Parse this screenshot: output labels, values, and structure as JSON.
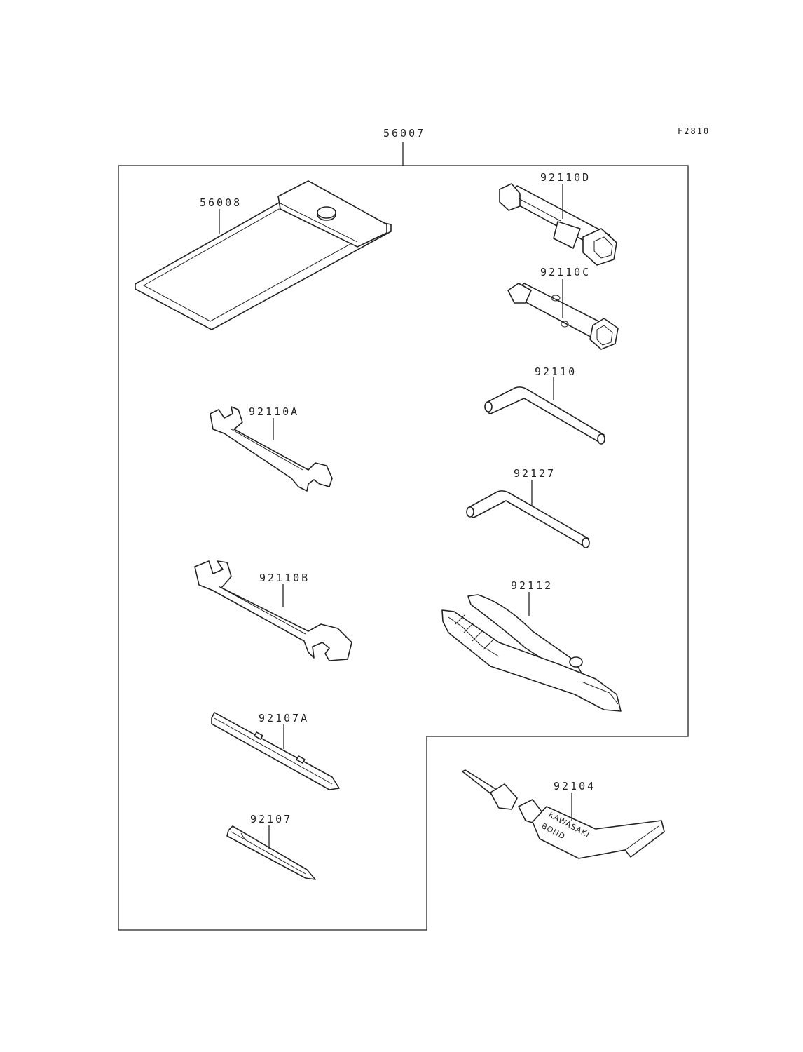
{
  "figure_id": "F2810",
  "kit": {
    "part_no": "56007"
  },
  "parts": [
    {
      "key": "case",
      "part_no": "56008"
    },
    {
      "key": "box_wrench_d",
      "part_no": "92110D"
    },
    {
      "key": "box_wrench_c",
      "part_no": "92110C"
    },
    {
      "key": "hex_wrench_large",
      "part_no": "92110"
    },
    {
      "key": "open_wrench_a",
      "part_no": "92110A"
    },
    {
      "key": "hex_wrench_small",
      "part_no": "92127"
    },
    {
      "key": "open_wrench_b",
      "part_no": "92110B"
    },
    {
      "key": "pliers",
      "part_no": "92112"
    },
    {
      "key": "screwdriver_handle",
      "part_no": "92107A"
    },
    {
      "key": "screwdriver_bit",
      "part_no": "92107"
    },
    {
      "key": "bond_tube",
      "part_no": "92104",
      "printed_text": [
        "KAWASAKI",
        "BOND"
      ]
    }
  ]
}
